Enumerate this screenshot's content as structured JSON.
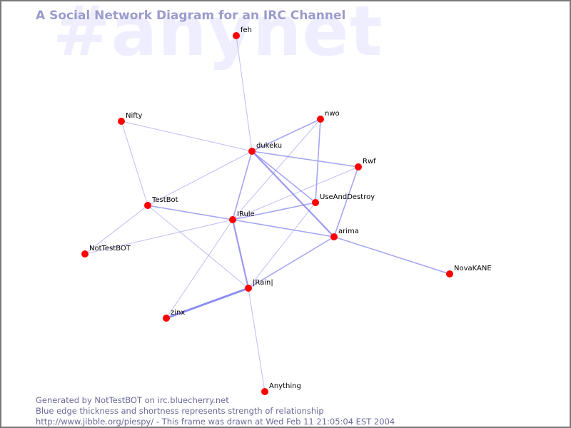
{
  "watermark": "#anynet",
  "title": "A Social Network Diagram for an IRC Channel",
  "footer": {
    "line1": "Generated by NotTestBOT on irc.bluecherry.net",
    "line2": "Blue edge thickness and shortness represents strength of relationship",
    "line3": "http://www.jibble.org/piespy/ - This frame was drawn at Wed Feb 11 21:05:04 EST 2004"
  },
  "colors": {
    "node": "#ff0000",
    "edge": "#8888ee",
    "title": "#9b9bcc",
    "watermark": "#eeeeff",
    "footer": "#6b6b9a"
  },
  "graph": {
    "nodes": [
      {
        "id": "feh",
        "label": "feh"
      },
      {
        "id": "Nifty",
        "label": "Nifty"
      },
      {
        "id": "nwo",
        "label": "nwo"
      },
      {
        "id": "dukeku",
        "label": "dukeku"
      },
      {
        "id": "Rwf",
        "label": "Rwf"
      },
      {
        "id": "TestBot",
        "label": "TestBot"
      },
      {
        "id": "UseAndDestroy",
        "label": "UseAndDestroy"
      },
      {
        "id": "IRule",
        "label": "IRule"
      },
      {
        "id": "arima",
        "label": "arima"
      },
      {
        "id": "NotTestBOT",
        "label": "NotTestBOT"
      },
      {
        "id": "NovaKANE",
        "label": "NovaKANE"
      },
      {
        "id": "Rain",
        "label": "|Rain|"
      },
      {
        "id": "zinx",
        "label": "zinx"
      },
      {
        "id": "Anything",
        "label": "Anything"
      }
    ],
    "edges": [
      {
        "source": "feh",
        "target": "dukeku",
        "strength": 1
      },
      {
        "source": "Nifty",
        "target": "dukeku",
        "strength": 1
      },
      {
        "source": "Nifty",
        "target": "TestBot",
        "strength": 1
      },
      {
        "source": "nwo",
        "target": "dukeku",
        "strength": 2
      },
      {
        "source": "nwo",
        "target": "UseAndDestroy",
        "strength": 2
      },
      {
        "source": "nwo",
        "target": "IRule",
        "strength": 1
      },
      {
        "source": "dukeku",
        "target": "Rwf",
        "strength": 2
      },
      {
        "source": "dukeku",
        "target": "TestBot",
        "strength": 1
      },
      {
        "source": "dukeku",
        "target": "IRule",
        "strength": 2
      },
      {
        "source": "dukeku",
        "target": "UseAndDestroy",
        "strength": 2
      },
      {
        "source": "dukeku",
        "target": "arima",
        "strength": 3
      },
      {
        "source": "Rwf",
        "target": "IRule",
        "strength": 1
      },
      {
        "source": "Rwf",
        "target": "arima",
        "strength": 2
      },
      {
        "source": "UseAndDestroy",
        "target": "IRule",
        "strength": 2
      },
      {
        "source": "UseAndDestroy",
        "target": "Rain",
        "strength": 1
      },
      {
        "source": "TestBot",
        "target": "IRule",
        "strength": 2
      },
      {
        "source": "TestBot",
        "target": "NotTestBOT",
        "strength": 1
      },
      {
        "source": "TestBot",
        "target": "Rain",
        "strength": 1
      },
      {
        "source": "IRule",
        "target": "arima",
        "strength": 2
      },
      {
        "source": "IRule",
        "target": "NotTestBOT",
        "strength": 1
      },
      {
        "source": "IRule",
        "target": "zinx",
        "strength": 1
      },
      {
        "source": "IRule",
        "target": "Rain",
        "strength": 3
      },
      {
        "source": "arima",
        "target": "Rain",
        "strength": 2
      },
      {
        "source": "arima",
        "target": "NovaKANE",
        "strength": 2
      },
      {
        "source": "Rain",
        "target": "zinx",
        "strength": 4
      },
      {
        "source": "Rain",
        "target": "Anything",
        "strength": 1
      }
    ]
  }
}
